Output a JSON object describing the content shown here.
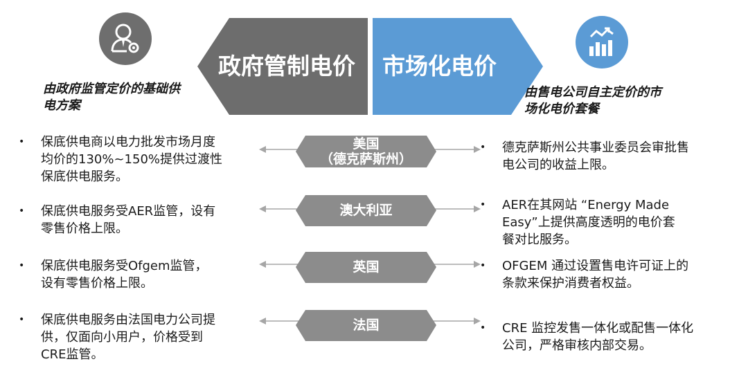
{
  "left_banner": {
    "title": "政府管制电价",
    "subtitle_line1": "由政府监管定价的基础供",
    "subtitle_line2": "电方案",
    "icon": "user-settings-icon"
  },
  "right_banner": {
    "title": "市场化电价",
    "subtitle_line1": "由售电公司自主定价的市",
    "subtitle_line2": "场化电价套餐",
    "icon": "handshake-chart-icon"
  },
  "colors": {
    "left_banner": "#6d6d6d",
    "right_banner": "#5b9bd5",
    "country_badge": "#8c8c8c",
    "arrow": "#a6a6a6"
  },
  "rows": [
    {
      "country_line1": "美国",
      "country_line2": "（德克萨斯州）",
      "left_lines": [
        "保底供电商以电力批发市场月度",
        "均价的130%~150%提供过渡性",
        "保底供电服务。"
      ],
      "right_lines": [
        "德克萨斯州公共事业委员会审批售",
        "电公司的收益上限。"
      ]
    },
    {
      "country_line1": "澳大利亚",
      "country_line2": "",
      "left_lines": [
        "保底供电服务受AER监管，设有",
        "零售价格上限。"
      ],
      "right_lines": [
        "AER在其网站 “Energy Made",
        "Easy”上提供高度透明的电价套",
        "餐对比服务。"
      ]
    },
    {
      "country_line1": "英国",
      "country_line2": "",
      "left_lines": [
        "保底供电服务受Ofgem监管，",
        "设有零售价格上限。"
      ],
      "right_lines": [
        "OFGEM 通过设置售电许可证上的",
        "条款来保护消费者权益。"
      ]
    },
    {
      "country_line1": "法国",
      "country_line2": "",
      "left_lines": [
        "保底供电服务由法国电力公司提",
        "供，仅面向小用户，价格受到",
        "CRE监管。"
      ],
      "right_lines": [
        "CRE 监控发售一体化或配售一体化",
        "公司，严格审核内部交易。"
      ]
    }
  ],
  "bullet_symbol": "•"
}
